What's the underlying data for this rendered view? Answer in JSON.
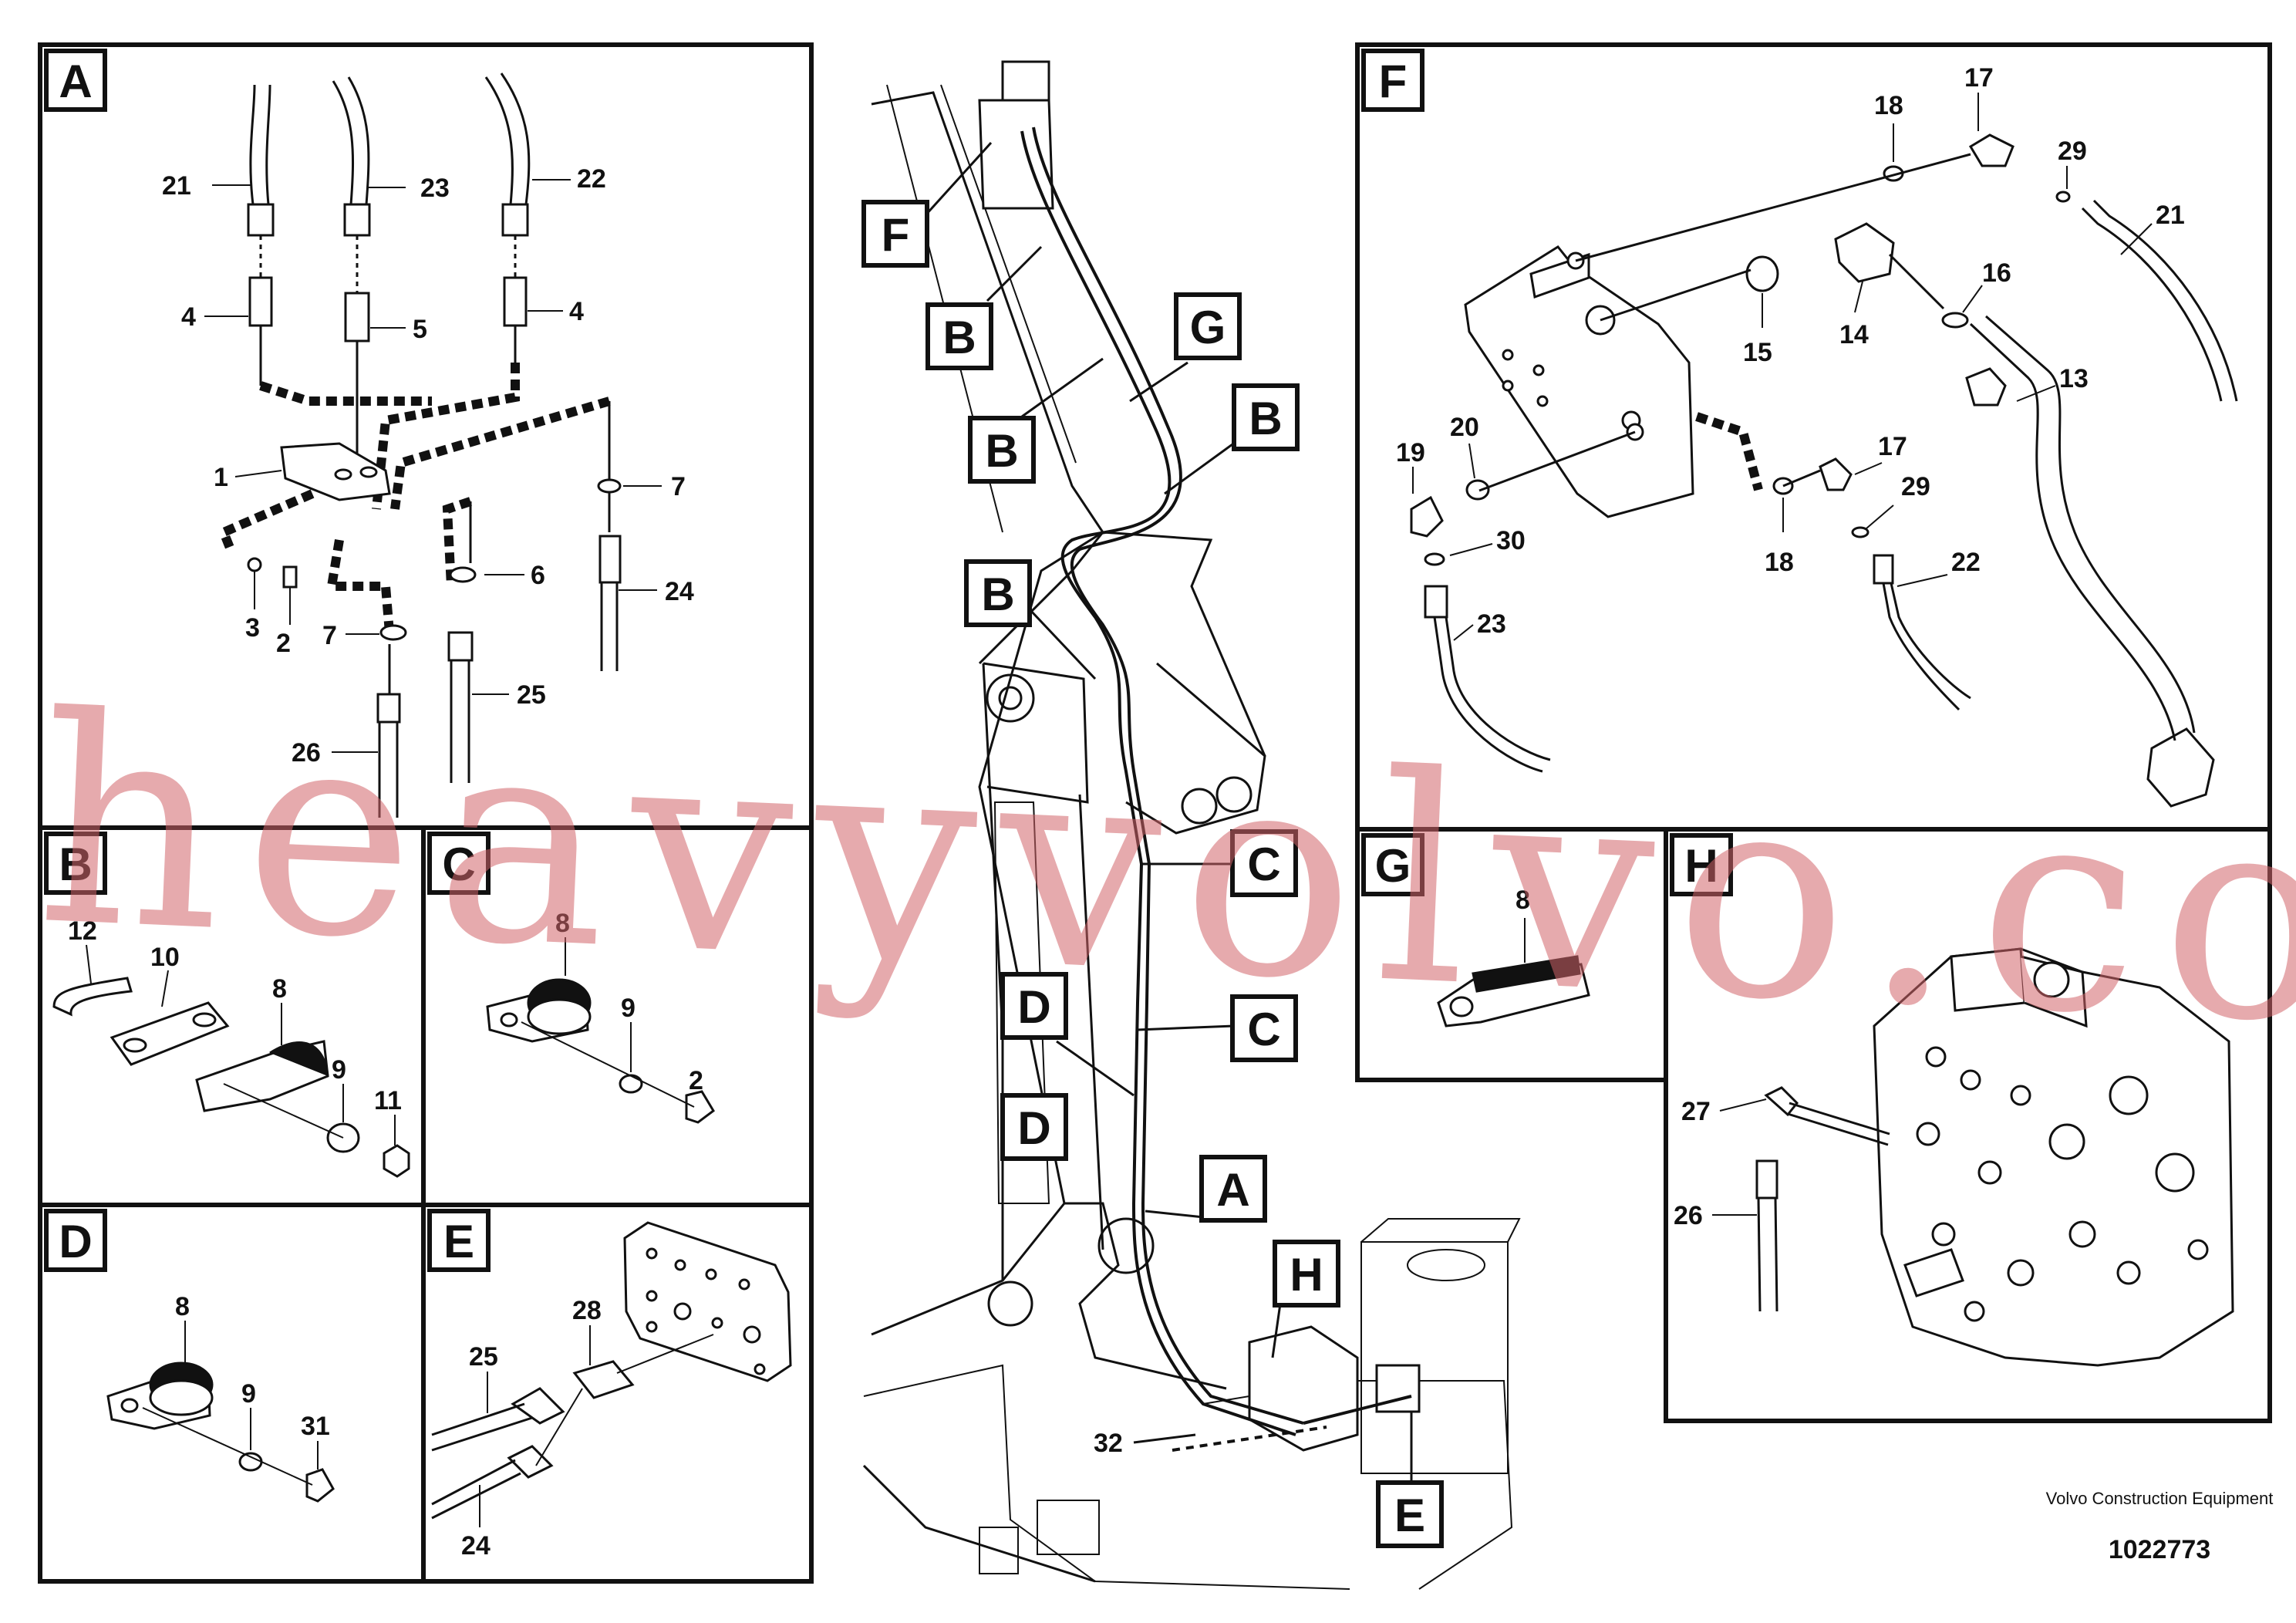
{
  "panels": {
    "A": {
      "letter": "A",
      "callouts": [
        "21",
        "23",
        "22",
        "4",
        "5",
        "4",
        "1",
        "7",
        "6",
        "24",
        "3",
        "2",
        "7",
        "25",
        "26"
      ]
    },
    "B": {
      "letter": "B",
      "callouts": [
        "12",
        "10",
        "8",
        "9",
        "11"
      ]
    },
    "C": {
      "letter": "C",
      "callouts": [
        "8",
        "9",
        "2"
      ]
    },
    "D": {
      "letter": "D",
      "callouts": [
        "8",
        "9",
        "31"
      ]
    },
    "E": {
      "letter": "E",
      "callouts": [
        "28",
        "25",
        "24"
      ]
    },
    "F": {
      "letter": "F",
      "callouts": [
        "18",
        "17",
        "29",
        "21",
        "16",
        "14",
        "15",
        "13",
        "19",
        "20",
        "30",
        "17",
        "29",
        "18",
        "22",
        "23"
      ]
    },
    "G": {
      "letter": "G",
      "callouts": [
        "8"
      ]
    },
    "H": {
      "letter": "H",
      "callouts": [
        "27",
        "26"
      ]
    }
  },
  "main_view": {
    "location_tags": [
      "F",
      "B",
      "G",
      "B",
      "B",
      "B",
      "C",
      "D",
      "C",
      "D",
      "A",
      "H",
      "E"
    ],
    "callouts": [
      "32"
    ]
  },
  "footer": {
    "company": "Volvo Construction Equipment",
    "drawing_number": "1022773"
  },
  "watermark": "heavyvolvo.com"
}
